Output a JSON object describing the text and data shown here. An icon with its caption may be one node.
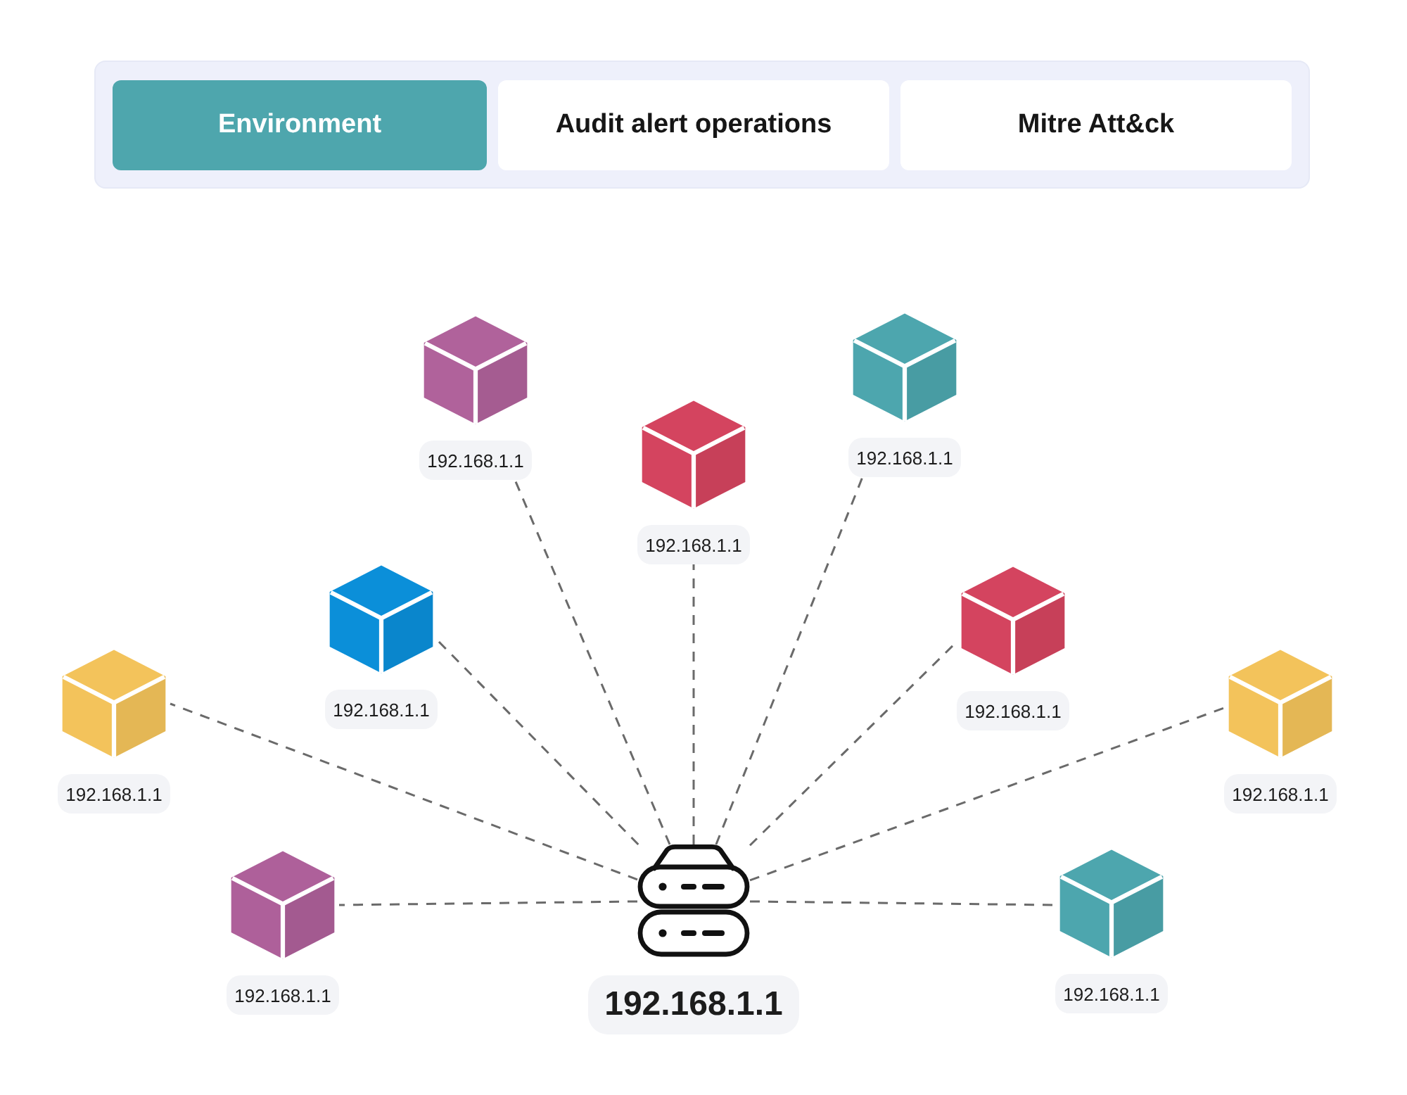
{
  "diagram": {
    "nodes": [
      {
        "text": [
          "Environment"
        ]
      },
      {
        "text": [
          "Audit alert operations"
        ]
      },
      {
        "text": [
          "Mitre Att&ck"
        ]
      },
      {
        "text": [],
        "shape": "cube",
        "beside": [
          "192.168.1.1"
        ]
      },
      {
        "text": [],
        "shape": "cube",
        "beside": [
          "192.168.1.1"
        ]
      },
      {
        "text": [],
        "shape": "cube",
        "beside": [
          "192.168.1.1"
        ]
      },
      {
        "text": [],
        "shape": "cube",
        "beside": [
          "192.168.1.1"
        ]
      },
      {
        "text": [],
        "shape": "cube",
        "beside": [
          "192.168.1.1"
        ]
      },
      {
        "text": [],
        "shape": "cube",
        "beside": [
          "192.168.1.1"
        ]
      },
      {
        "text": [],
        "shape": "cube",
        "beside": [
          "192.168.1.1"
        ]
      },
      {
        "text": [],
        "shape": "cube",
        "beside": [
          "192.168.1.1"
        ]
      },
      {
        "text": [],
        "shape": "server",
        "beside": [
          "192.168.1.1"
        ]
      },
      {
        "text": [],
        "shape": "cube",
        "beside": [
          "192.168.1.1"
        ]
      }
    ],
    "edges": [
      {
        "from": 11,
        "to": 3,
        "arrow": "none",
        "style": "dashed"
      },
      {
        "from": 11,
        "to": 4,
        "arrow": "none",
        "style": "dashed"
      },
      {
        "from": 11,
        "to": 5,
        "arrow": "none",
        "style": "dashed"
      },
      {
        "from": 11,
        "to": 6,
        "arrow": "none",
        "style": "dashed"
      },
      {
        "from": 11,
        "to": 7,
        "arrow": "none",
        "style": "dashed"
      },
      {
        "from": 11,
        "to": 8,
        "arrow": "none",
        "style": "dashed"
      },
      {
        "from": 11,
        "to": 9,
        "arrow": "none",
        "style": "dashed"
      },
      {
        "from": 11,
        "to": 10,
        "arrow": "none",
        "style": "dashed"
      },
      {
        "from": 11,
        "to": 12,
        "arrow": "none",
        "style": "dashed"
      }
    ]
  }
}
